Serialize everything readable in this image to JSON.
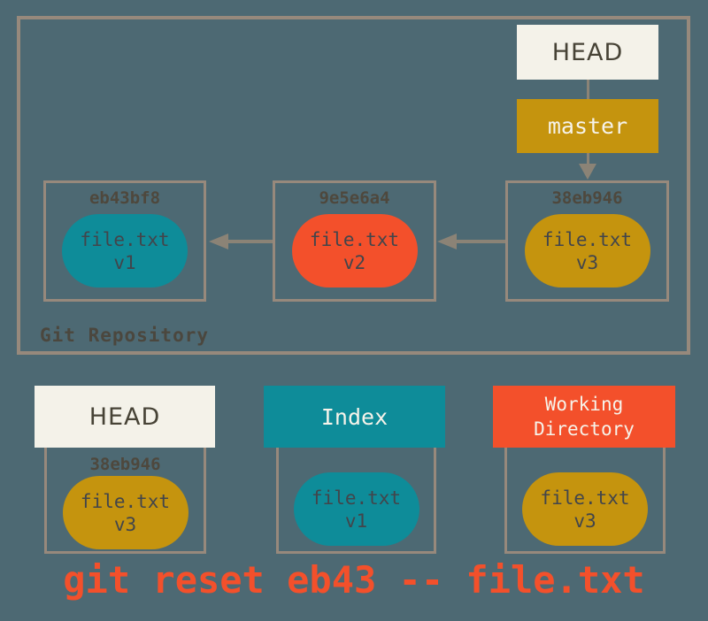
{
  "palette": {
    "background": "#4D6973",
    "box_border": "#97897C",
    "arrow": "#8B8376",
    "cream": "#F4F2E9",
    "teal": "#0E8C99",
    "gold": "#C5940E",
    "red": "#F3502B",
    "dark_ink": "#474336",
    "blob_ink": "#42454B",
    "light_ink": "#F6F3EA"
  },
  "repository": {
    "label": "Git Repository",
    "head": {
      "label": "HEAD"
    },
    "branch": {
      "label": "master"
    },
    "commits": [
      {
        "hash": "eb43bf8",
        "file_line1": "file.txt",
        "file_line2": "v1",
        "blob_color": "#0E8C99"
      },
      {
        "hash": "9e5e6a4",
        "file_line1": "file.txt",
        "file_line2": "v2",
        "blob_color": "#F3502B"
      },
      {
        "hash": "38eb946",
        "file_line1": "file.txt",
        "file_line2": "v3",
        "blob_color": "#C5940E"
      }
    ]
  },
  "trees": {
    "head": {
      "label": "HEAD",
      "hash": "38eb946",
      "file_line1": "file.txt",
      "file_line2": "v3",
      "header_color": "#F4F2E9",
      "blob_color": "#C5940E"
    },
    "index": {
      "label": "Index",
      "file_line1": "file.txt",
      "file_line2": "v1",
      "header_color": "#0E8C99",
      "blob_color": "#0E8C99"
    },
    "working_directory": {
      "label_line1": "Working",
      "label_line2": "Directory",
      "file_line1": "file.txt",
      "file_line2": "v3",
      "header_color": "#F3502B",
      "blob_color": "#C5940E"
    }
  },
  "command": {
    "text": "git reset eb43 -- file.txt",
    "color": "#F3502B"
  }
}
